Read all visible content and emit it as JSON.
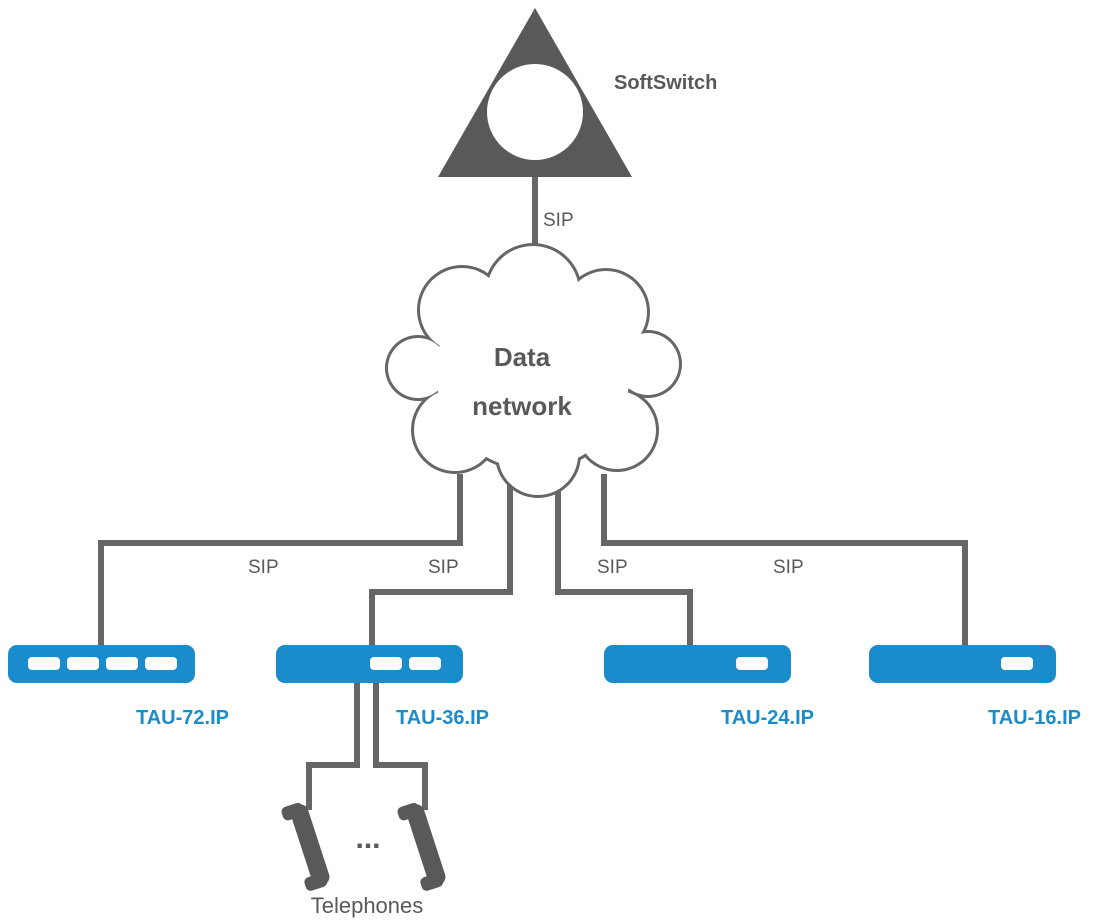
{
  "softswitch": {
    "label": "SoftSwitch"
  },
  "network": {
    "line1": "Data",
    "line2": "network"
  },
  "links": {
    "uplink": "SIP",
    "tau72": "SIP",
    "tau36": "SIP",
    "tau24": "SIP",
    "tau16": "SIP"
  },
  "devices": {
    "tau72": "TAU-72.IP",
    "tau36": "TAU-36.IP",
    "tau24": "TAU-24.IP",
    "tau16": "TAU-16.IP"
  },
  "telephones": {
    "ellipsis": "...",
    "label": "Telephones"
  },
  "colors": {
    "device": "#1a8ccc",
    "wire": "#666666",
    "node": "#595959",
    "cloud_outline": "#666666"
  }
}
